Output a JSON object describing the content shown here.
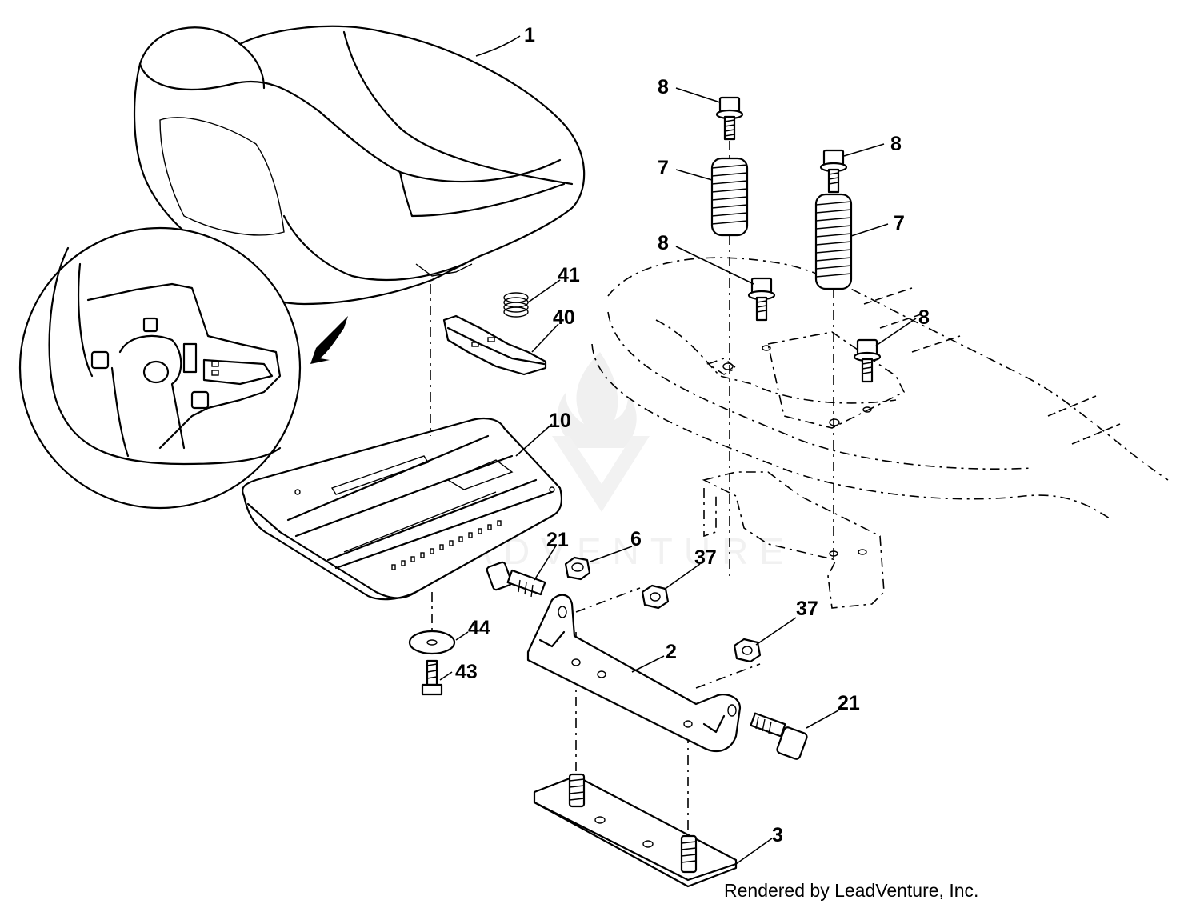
{
  "callouts": [
    {
      "id": "c1",
      "label": "1"
    },
    {
      "id": "c8a",
      "label": "8"
    },
    {
      "id": "c7a",
      "label": "7"
    },
    {
      "id": "c8b",
      "label": "8"
    },
    {
      "id": "c8c",
      "label": "8"
    },
    {
      "id": "c7b",
      "label": "7"
    },
    {
      "id": "c8d",
      "label": "8"
    },
    {
      "id": "c41",
      "label": "41"
    },
    {
      "id": "c40",
      "label": "40"
    },
    {
      "id": "c10",
      "label": "10"
    },
    {
      "id": "c21a",
      "label": "21"
    },
    {
      "id": "c6",
      "label": "6"
    },
    {
      "id": "c37a",
      "label": "37"
    },
    {
      "id": "c37b",
      "label": "37"
    },
    {
      "id": "c44",
      "label": "44"
    },
    {
      "id": "c43",
      "label": "43"
    },
    {
      "id": "c2",
      "label": "2"
    },
    {
      "id": "c21b",
      "label": "21"
    },
    {
      "id": "c3",
      "label": "3"
    }
  ],
  "watermark": "LEADVENTURE",
  "credit": "Rendered by LeadVenture, Inc."
}
